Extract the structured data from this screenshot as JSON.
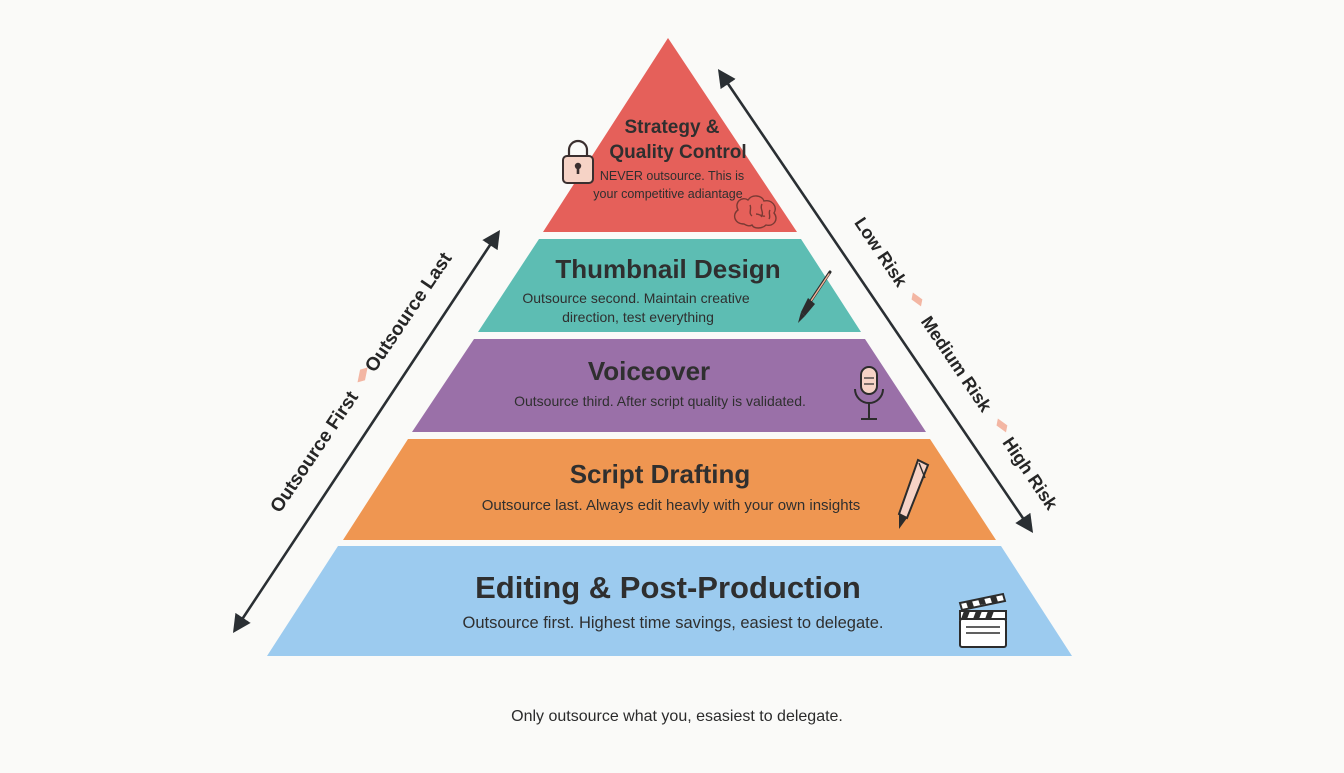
{
  "pyramid": {
    "levels": [
      {
        "title_line1": "Strategy &",
        "title_line2": "Quality Control",
        "desc_line1": "NEVER outsource. This is",
        "desc_line2": "your competitive adiantage",
        "color": "#e5605a",
        "icons": [
          "lock-icon",
          "brain-icon"
        ]
      },
      {
        "title": "Thumbnail Design",
        "desc_line1": "Outsource second. Maintain creative",
        "desc_line2": "direction, test everything",
        "color": "#5dbdb3",
        "icons": [
          "paintbrush-icon"
        ]
      },
      {
        "title": "Voiceover",
        "desc": "Outsource third. After script quality is validated.",
        "color": "#9a70a8",
        "icons": [
          "microphone-icon"
        ]
      },
      {
        "title": "Script Drafting",
        "desc": "Outsource last. Always edit heavly with your own insights",
        "color": "#ef9651",
        "icons": [
          "pen-icon"
        ]
      },
      {
        "title": "Editing & Post-Production",
        "desc": "Outsource first. Highest time savings, easiest to delegate.",
        "color": "#9ccbef",
        "icons": [
          "clapperboard-icon"
        ]
      }
    ]
  },
  "left_axis": {
    "part1": "Outsource First",
    "part2": "Outsource Last"
  },
  "right_axis": {
    "part1": "Low Risk",
    "part2": "Medium Risk",
    "part3": "High Risk"
  },
  "footer": "Only outsource what you, esasiest to delegate."
}
